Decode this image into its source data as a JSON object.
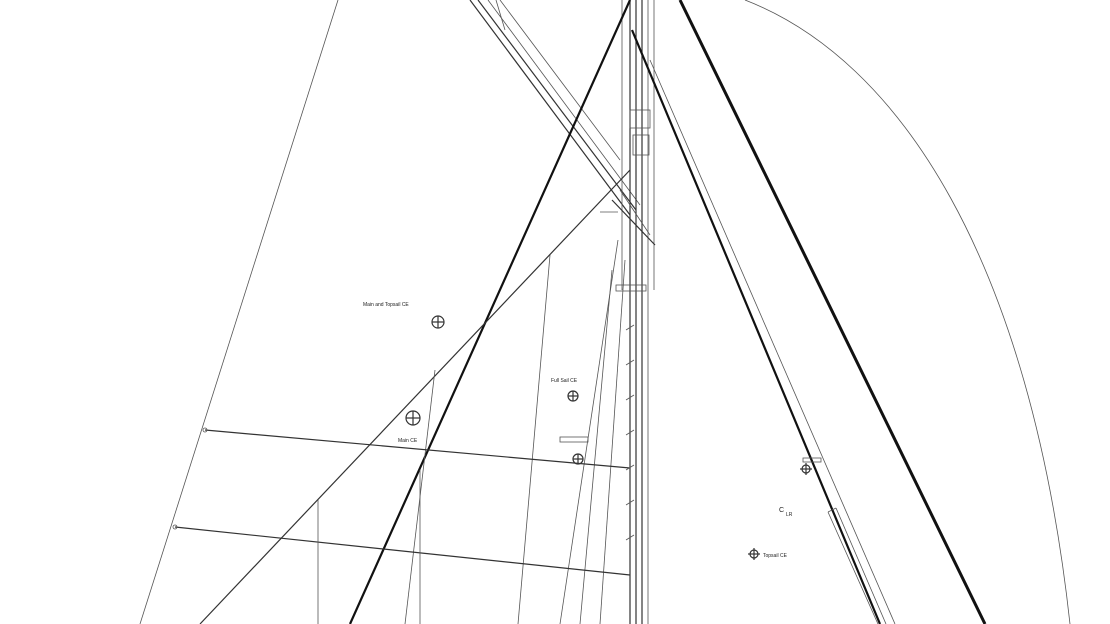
{
  "drawing": {
    "labels": {
      "main_topsail_centre": "Main and Topsail CE",
      "full_sail_centre": "Full Sail CE",
      "main_centre": "Main CE",
      "centre_symbol": "C",
      "centre_subscript": "LR",
      "topsail_centre": "Topsail CE"
    }
  }
}
